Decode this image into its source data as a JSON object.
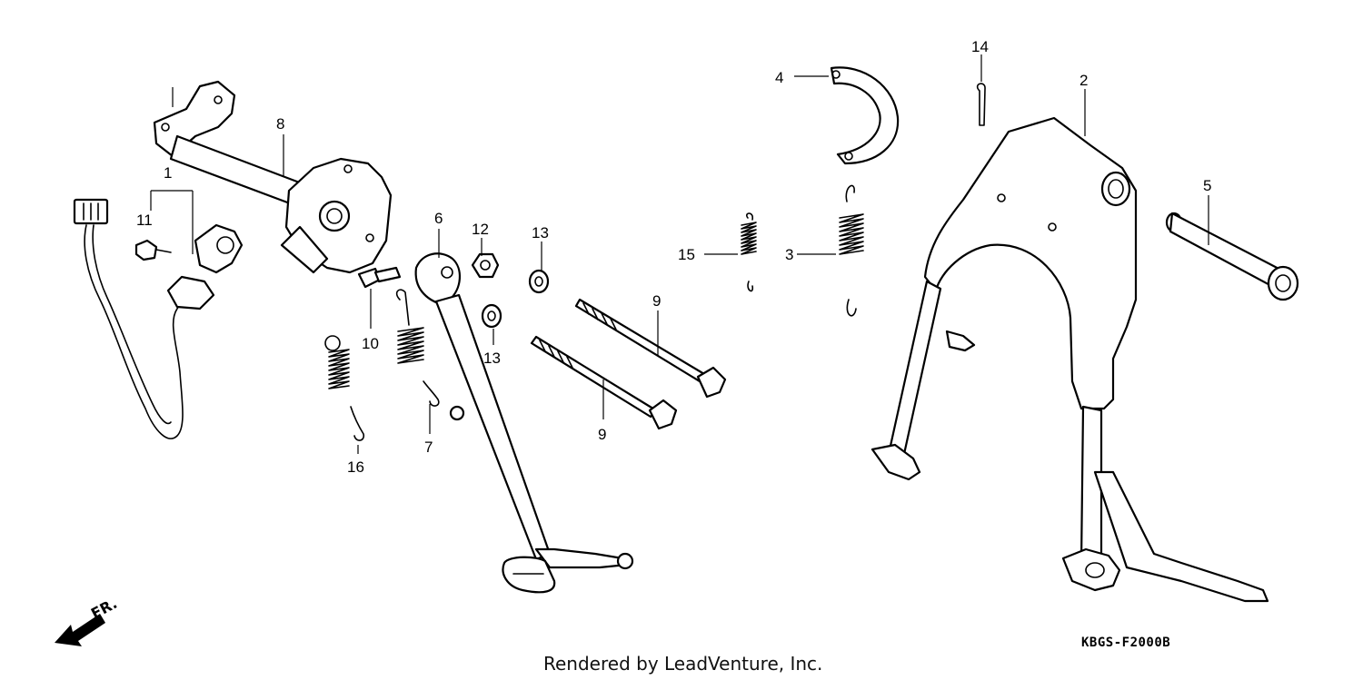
{
  "diagram": {
    "callouts": [
      {
        "id": "c1",
        "label": "1"
      },
      {
        "id": "c2",
        "label": "2"
      },
      {
        "id": "c3",
        "label": "3"
      },
      {
        "id": "c4",
        "label": "4"
      },
      {
        "id": "c5",
        "label": "5"
      },
      {
        "id": "c6",
        "label": "6"
      },
      {
        "id": "c7",
        "label": "7"
      },
      {
        "id": "c8",
        "label": "8"
      },
      {
        "id": "c9a",
        "label": "9"
      },
      {
        "id": "c9b",
        "label": "9"
      },
      {
        "id": "c10",
        "label": "10"
      },
      {
        "id": "c11",
        "label": "11"
      },
      {
        "id": "c12",
        "label": "12"
      },
      {
        "id": "c13a",
        "label": "13"
      },
      {
        "id": "c13b",
        "label": "13"
      },
      {
        "id": "c14",
        "label": "14"
      },
      {
        "id": "c15",
        "label": "15"
      },
      {
        "id": "c16",
        "label": "16"
      }
    ],
    "direction_label": "FR.",
    "drawing_code": "KBGS-F2000B",
    "credit": "Rendered by LeadVenture, Inc."
  }
}
